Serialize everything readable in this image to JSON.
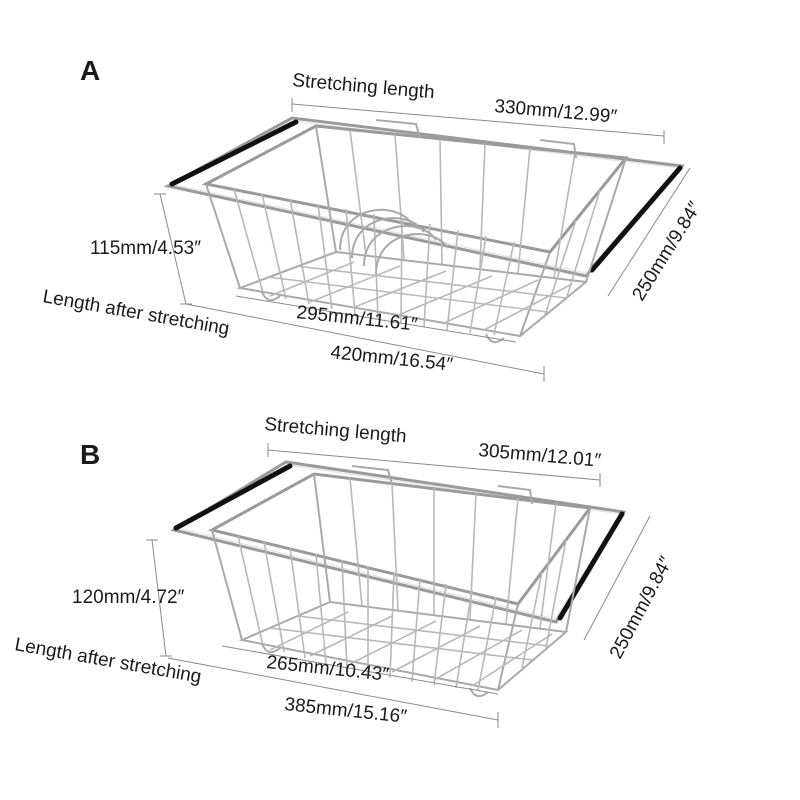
{
  "panels": [
    {
      "id": "A",
      "letter": "A",
      "stretching_label": "Stretching length",
      "stretching_value": "330mm/12.99″",
      "height_value": "115mm/4.53″",
      "width_value": "250mm/9.84″",
      "length_after_label": "Length after stretching",
      "base_value": "295mm/11.61″",
      "length_after_value": "420mm/16.54″"
    },
    {
      "id": "B",
      "letter": "B",
      "stretching_label": "Stretching length",
      "stretching_value": "305mm/12.01″",
      "height_value": "120mm/4.72″",
      "width_value": "250mm/9.84″",
      "length_after_label": "Length after stretching",
      "base_value": "265mm/10.43″",
      "length_after_value": "385mm/15.16″"
    }
  ],
  "colors": {
    "wire": "#a9a9a9",
    "grip": "#111111",
    "text": "#1a1a1a",
    "dimension_line": "#8a8a8a"
  }
}
